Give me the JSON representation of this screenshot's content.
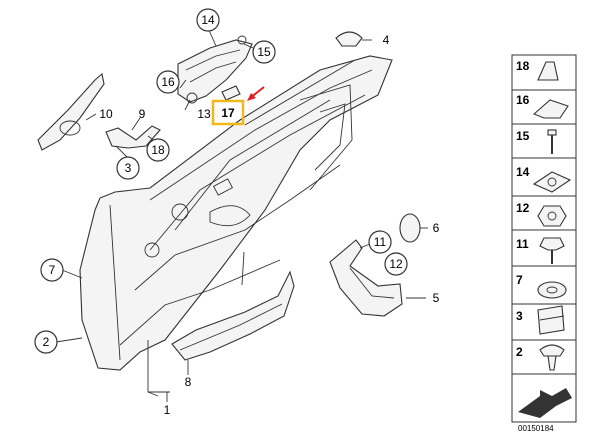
{
  "callouts": {
    "c1": "1",
    "c2": "2",
    "c3": "3",
    "c4": "4",
    "c5": "5",
    "c6": "6",
    "c7": "7",
    "c8": "8",
    "c9": "9",
    "c10": "10",
    "c11": "11",
    "c12": "12",
    "c13": "13",
    "c14": "14",
    "c15": "15",
    "c17": "17",
    "c18": "18"
  },
  "highlight_color": "#f2b81a",
  "arrow_color": "#e02020",
  "legend": {
    "items": [
      "18",
      "16",
      "15",
      "14",
      "12",
      "11",
      "7",
      "3",
      "2"
    ]
  },
  "diagram_id": "00150184"
}
